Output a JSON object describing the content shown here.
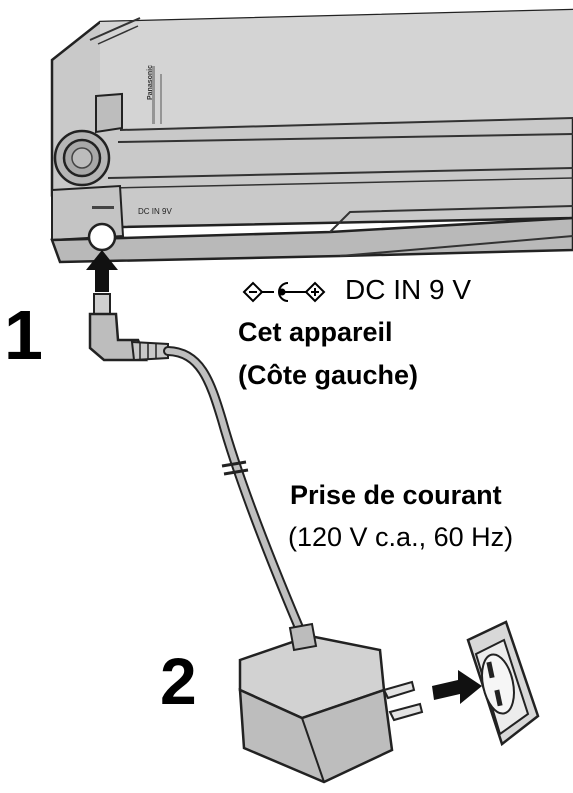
{
  "steps": [
    "1",
    "2"
  ],
  "device": {
    "brand": "Panasonic",
    "port_label": "DC IN 9V"
  },
  "dc_input": {
    "icon": "dc-polarity-icon",
    "text": "DC IN 9 V"
  },
  "device_label": {
    "line1": "Cet appareil",
    "line2": "(Côte gauche)"
  },
  "outlet_label": {
    "line1": "Prise de courant",
    "line2": "(120 V c.a., 60 Hz)"
  }
}
